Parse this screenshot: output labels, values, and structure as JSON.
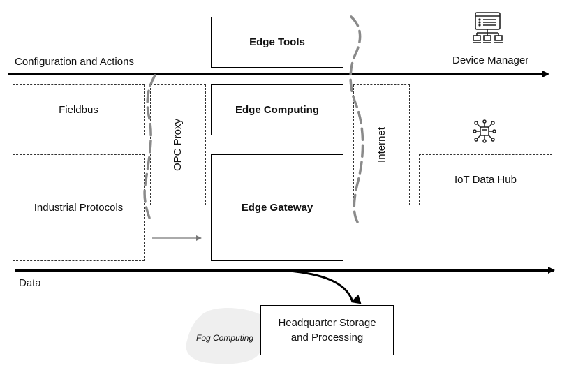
{
  "labels": {
    "config_actions": "Configuration and Actions",
    "device_manager": "Device Manager",
    "data": "Data",
    "fog_computing": "Fog Computing"
  },
  "boxes": {
    "edge_tools": "Edge Tools",
    "edge_computing": "Edge Computing",
    "edge_gateway": "Edge Gateway",
    "fieldbus": "Fieldbus",
    "industrial_protocols": "Industrial Protocols",
    "opc_proxy": "OPC Proxy",
    "internet": "Internet",
    "iot_data_hub": "IoT Data Hub",
    "hq_storage": "Headquarter Storage and Processing"
  },
  "icons": {
    "device_manager": "network-computer-icon",
    "iot_hub": "hub-nodes-icon"
  }
}
